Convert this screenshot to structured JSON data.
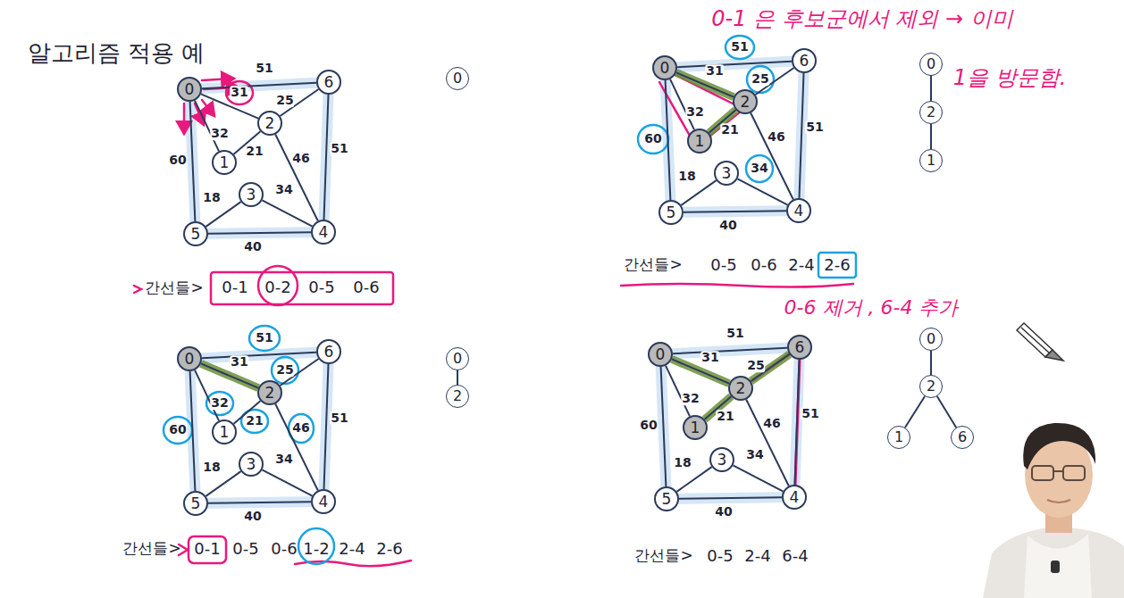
{
  "diagram": {
    "nodes": [
      {
        "text": [
          "0"
        ]
      },
      {
        "text": [
          "1"
        ]
      },
      {
        "text": [
          "2"
        ]
      },
      {
        "text": [
          "3"
        ]
      },
      {
        "text": [
          "4"
        ]
      },
      {
        "text": [
          "5"
        ]
      },
      {
        "text": [
          "6"
        ]
      },
      {
        "text": [
          "0"
        ]
      },
      {
        "text": [
          "0"
        ]
      },
      {
        "text": [
          "1"
        ]
      },
      {
        "text": [
          "2"
        ]
      },
      {
        "text": [
          "3"
        ]
      },
      {
        "text": [
          "4"
        ]
      },
      {
        "text": [
          "5"
        ]
      },
      {
        "text": [
          "6"
        ]
      },
      {
        "text": [
          "0"
        ]
      },
      {
        "text": [
          "2"
        ]
      },
      {
        "text": [
          "1"
        ]
      },
      {
        "text": [
          "0"
        ]
      },
      {
        "text": [
          "1"
        ]
      },
      {
        "text": [
          "2"
        ]
      },
      {
        "text": [
          "3"
        ]
      },
      {
        "text": [
          "4"
        ]
      },
      {
        "text": [
          "5"
        ]
      },
      {
        "text": [
          "6"
        ]
      },
      {
        "text": [
          "0"
        ]
      },
      {
        "text": [
          "2"
        ]
      },
      {
        "text": [
          "0"
        ]
      },
      {
        "text": [
          "1"
        ]
      },
      {
        "text": [
          "2"
        ]
      },
      {
        "text": [
          "3"
        ]
      },
      {
        "text": [
          "4"
        ]
      },
      {
        "text": [
          "5"
        ]
      },
      {
        "text": [
          "6"
        ]
      },
      {
        "text": [
          "0"
        ]
      },
      {
        "text": [
          "2"
        ]
      },
      {
        "text": [
          "1"
        ]
      },
      {
        "text": [
          "6"
        ]
      }
    ],
    "edges": [
      {
        "from": 0,
        "to": 6,
        "label": "51",
        "arrow": "none"
      },
      {
        "from": 0,
        "to": 2,
        "label": "31",
        "arrow": "none"
      },
      {
        "from": 0,
        "to": 1,
        "label": "32",
        "arrow": "none"
      },
      {
        "from": 0,
        "to": 5,
        "label": "60",
        "arrow": "none"
      },
      {
        "from": 2,
        "to": 1,
        "label": "21",
        "arrow": "none"
      },
      {
        "from": 2,
        "to": 6,
        "label": "25",
        "arrow": "none"
      },
      {
        "from": 2,
        "to": 4,
        "label": "46",
        "arrow": "none"
      },
      {
        "from": 6,
        "to": 4,
        "label": "51",
        "arrow": "none"
      },
      {
        "from": 5,
        "to": 3,
        "label": "18",
        "arrow": "none"
      },
      {
        "from": 3,
        "to": 4,
        "label": "34",
        "arrow": "none"
      },
      {
        "from": 5,
        "to": 4,
        "label": "40",
        "arrow": "none"
      },
      {
        "from": 8,
        "to": 14,
        "label": "51",
        "arrow": "none"
      },
      {
        "from": 8,
        "to": 10,
        "label": "31",
        "arrow": "none"
      },
      {
        "from": 8,
        "to": 9,
        "label": "32",
        "arrow": "none"
      },
      {
        "from": 8,
        "to": 13,
        "label": "60",
        "arrow": "none"
      },
      {
        "from": 10,
        "to": 9,
        "label": "21",
        "arrow": "none"
      },
      {
        "from": 10,
        "to": 14,
        "label": "25",
        "arrow": "none"
      },
      {
        "from": 10,
        "to": 12,
        "label": "46",
        "arrow": "none"
      },
      {
        "from": 14,
        "to": 12,
        "label": "51",
        "arrow": "none"
      },
      {
        "from": 13,
        "to": 11,
        "label": "18",
        "arrow": "none"
      },
      {
        "from": 11,
        "to": 12,
        "label": "34",
        "arrow": "none"
      },
      {
        "from": 13,
        "to": 12,
        "label": "40",
        "arrow": "none"
      },
      {
        "from": 15,
        "to": 16,
        "arrow": "none"
      },
      {
        "from": 16,
        "to": 17,
        "arrow": "none"
      },
      {
        "from": 18,
        "to": 24,
        "label": "51",
        "arrow": "none"
      },
      {
        "from": 18,
        "to": 20,
        "label": "31",
        "arrow": "none"
      },
      {
        "from": 18,
        "to": 19,
        "label": "32",
        "arrow": "none"
      },
      {
        "from": 18,
        "to": 23,
        "label": "60",
        "arrow": "none"
      },
      {
        "from": 20,
        "to": 19,
        "label": "21",
        "arrow": "none"
      },
      {
        "from": 20,
        "to": 24,
        "label": "25",
        "arrow": "none"
      },
      {
        "from": 20,
        "to": 22,
        "label": "46",
        "arrow": "none"
      },
      {
        "from": 24,
        "to": 22,
        "label": "51",
        "arrow": "none"
      },
      {
        "from": 23,
        "to": 21,
        "label": "18",
        "arrow": "none"
      },
      {
        "from": 21,
        "to": 22,
        "label": "34",
        "arrow": "none"
      },
      {
        "from": 23,
        "to": 22,
        "label": "40",
        "arrow": "none"
      },
      {
        "from": 25,
        "to": 26,
        "arrow": "none"
      },
      {
        "from": 27,
        "to": 33,
        "label": "51",
        "arrow": "none"
      },
      {
        "from": 27,
        "to": 29,
        "label": "31",
        "arrow": "none"
      },
      {
        "from": 27,
        "to": 28,
        "label": "32",
        "arrow": "none"
      },
      {
        "from": 27,
        "to": 32,
        "label": "60",
        "arrow": "none"
      },
      {
        "from": 29,
        "to": 28,
        "label": "21",
        "arrow": "none"
      },
      {
        "from": 29,
        "to": 33,
        "label": "25",
        "arrow": "none"
      },
      {
        "from": 29,
        "to": 31,
        "label": "46",
        "arrow": "none"
      },
      {
        "from": 33,
        "to": 31,
        "label": "51",
        "arrow": "none"
      },
      {
        "from": 32,
        "to": 30,
        "label": "18",
        "arrow": "none"
      },
      {
        "from": 30,
        "to": 31,
        "label": "34",
        "arrow": "none"
      },
      {
        "from": 32,
        "to": 31,
        "label": "40",
        "arrow": "none"
      },
      {
        "from": 34,
        "to": 35,
        "arrow": "none"
      },
      {
        "from": 35,
        "to": 36,
        "arrow": "none"
      },
      {
        "from": 35,
        "to": 37,
        "arrow": "none"
      }
    ],
    "labels": [
      "알고리즘 적용 예",
      "간선들>",
      "0-1",
      "0-2",
      "0-5",
      "0-6",
      "0-1 은 후보군에서 제외 → 이미",
      "1을 방문함.",
      "간선들>",
      "0-5",
      "0-6",
      "2-4",
      "2-6",
      "0-6 제거 , 6-4 추가",
      "간선들>",
      "0-1",
      "0-5",
      "0-6",
      "1-2",
      "2-4",
      "2-6",
      "간선들>",
      "0-5",
      "2-4",
      "6-4"
    ]
  }
}
